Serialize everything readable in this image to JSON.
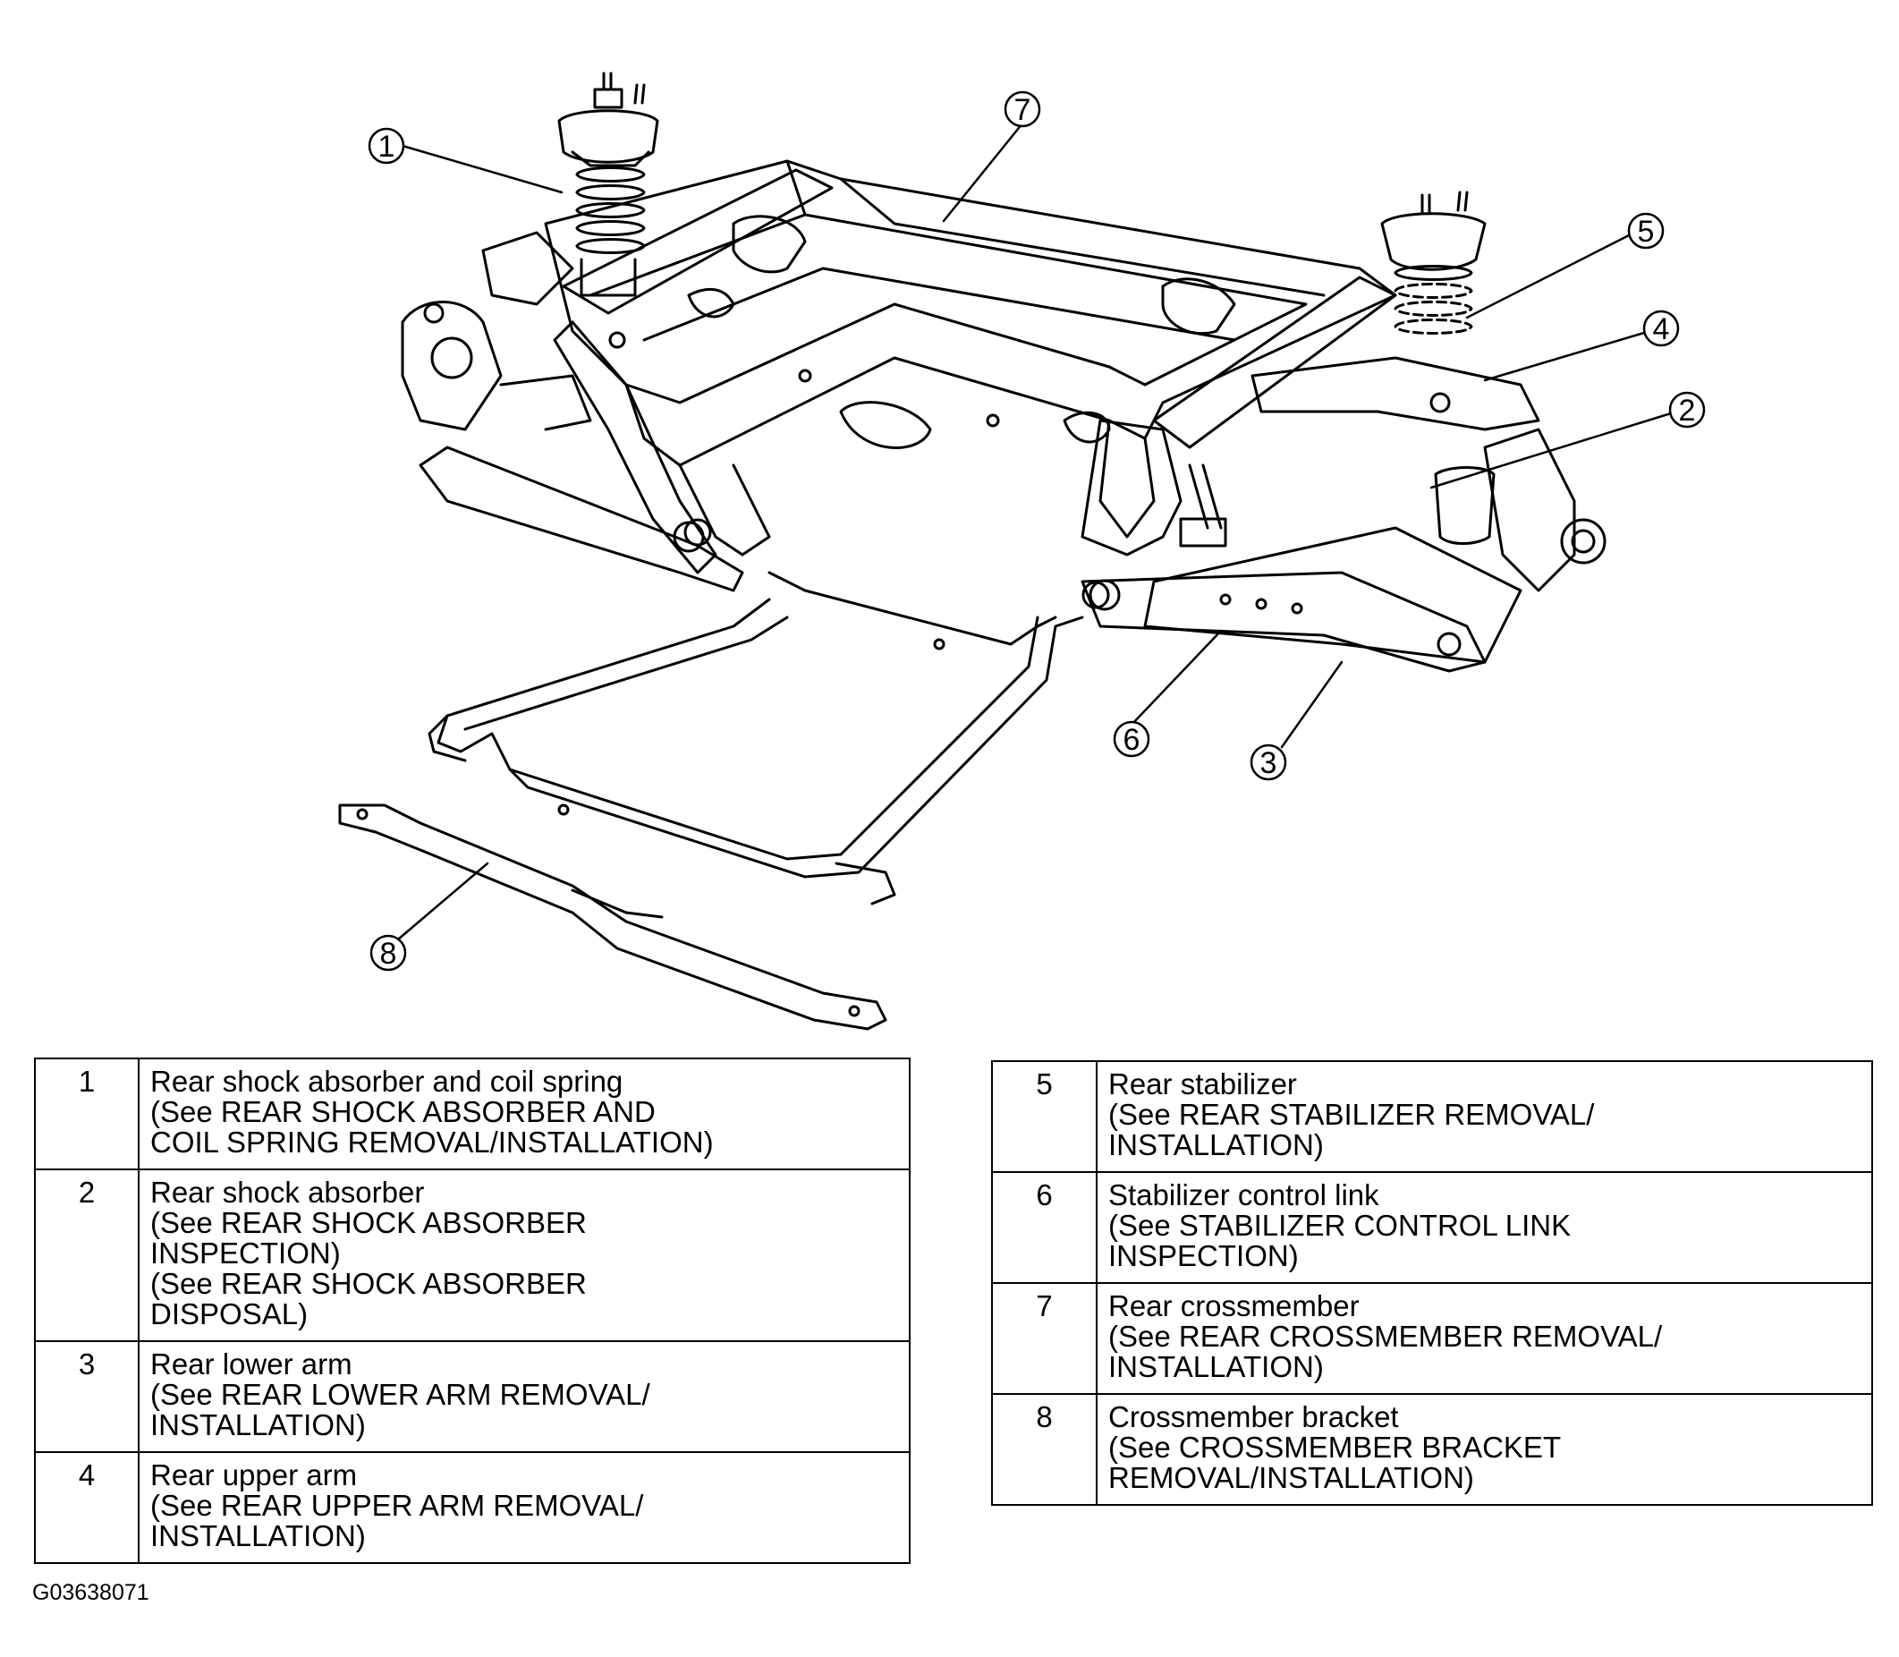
{
  "callouts": [
    "1",
    "2",
    "3",
    "4",
    "5",
    "6",
    "7",
    "8"
  ],
  "parts_left": [
    {
      "num": "1",
      "lines": [
        "Rear shock absorber and coil spring",
        "(See REAR SHOCK ABSORBER AND",
        "COIL SPRING REMOVAL/INSTALLATION)"
      ]
    },
    {
      "num": "2",
      "lines": [
        "Rear shock absorber",
        "(See REAR SHOCK ABSORBER",
        "INSPECTION)",
        "(See REAR SHOCK ABSORBER",
        "DISPOSAL)"
      ]
    },
    {
      "num": "3",
      "lines": [
        "Rear lower arm",
        "(See REAR LOWER ARM REMOVAL/",
        "INSTALLATION)"
      ]
    },
    {
      "num": "4",
      "lines": [
        "Rear upper arm",
        "(See REAR UPPER ARM REMOVAL/",
        "INSTALLATION)"
      ]
    }
  ],
  "parts_right": [
    {
      "num": "5",
      "lines": [
        "Rear stabilizer",
        "(See REAR STABILIZER REMOVAL/",
        "INSTALLATION)"
      ]
    },
    {
      "num": "6",
      "lines": [
        "Stabilizer control link",
        "(See STABILIZER CONTROL LINK",
        "INSPECTION)"
      ]
    },
    {
      "num": "7",
      "lines": [
        "Rear crossmember",
        "(See REAR CROSSMEMBER REMOVAL/",
        "INSTALLATION)"
      ]
    },
    {
      "num": "8",
      "lines": [
        "Crossmember bracket",
        "(See CROSSMEMBER BRACKET",
        "REMOVAL/INSTALLATION)"
      ]
    }
  ],
  "figure_code": "G03638071"
}
